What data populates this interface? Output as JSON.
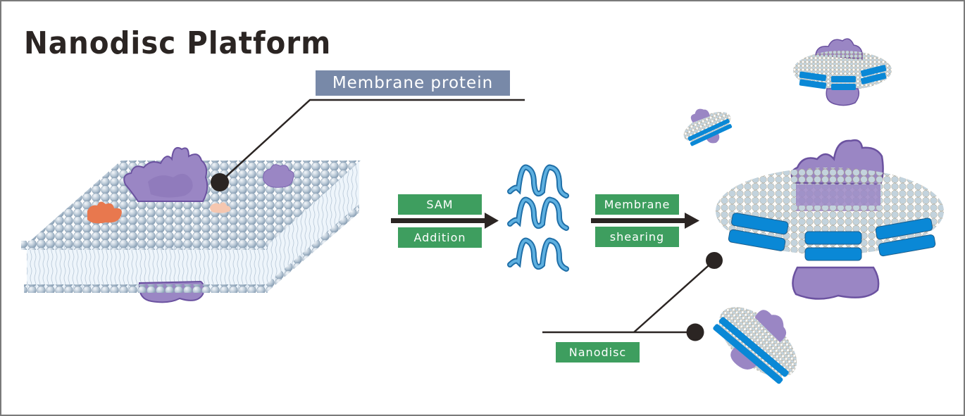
{
  "title": "Nanodisc Platform",
  "labels": {
    "membrane_protein": "Membrane protein",
    "step1_top": "SAM",
    "step1_bottom": "Addition",
    "step2_top": "Membrane",
    "step2_bottom": "shearing",
    "nanodisc": "Nanodisc"
  },
  "colors": {
    "title_text": "#2b2523",
    "label_blue_bg": "#7889a8",
    "label_green_bg": "#3e9e5f",
    "arrow": "#2b2523",
    "lipid_head": "#b9c8d6",
    "protein_purple": "#9a86c4",
    "protein_outline": "#6b52a0",
    "scaffold_blue": "#1a8ad0",
    "orange_protein": "#e8784e",
    "peach_protein": "#f5c7b0"
  },
  "components": {
    "membrane_bilayer": "lipid bilayer slab with embedded proteins",
    "polymer": "SAM copolymer chains",
    "nanodiscs": [
      "large nanodisc",
      "top nanodisc",
      "small nanodisc",
      "bottom nanodisc"
    ]
  }
}
